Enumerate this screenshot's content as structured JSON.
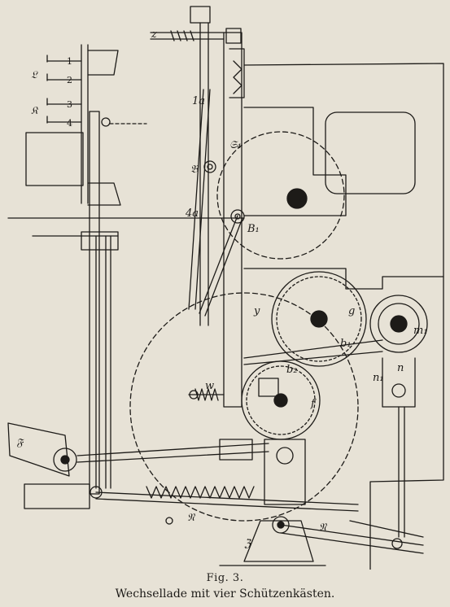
{
  "figure": {
    "number": "Fig. 3.",
    "title": "Wechsellade mit vier Schützenkästen."
  },
  "box_numbers": [
    "1",
    "2",
    "3",
    "4"
  ],
  "labels": {
    "L": "𝔏",
    "K": "𝔎",
    "a": "a",
    "B1": "B₁",
    "B": "𝔅",
    "la": "1a",
    "xa": "4a",
    "S": "𝔖₄",
    "y": "y",
    "g": "g",
    "m1": "m₁",
    "b1": "b₁",
    "b2": "b₂",
    "n": "n",
    "n1": "n₁",
    "w": "w",
    "v": "v",
    "f": "f",
    "F": "𝔉",
    "N1": "𝔑",
    "N2": "𝔑",
    "Z": "ℨ",
    "z": "z"
  },
  "colors": {
    "paper": "#e7e2d6",
    "ink": "#1d1b18"
  }
}
